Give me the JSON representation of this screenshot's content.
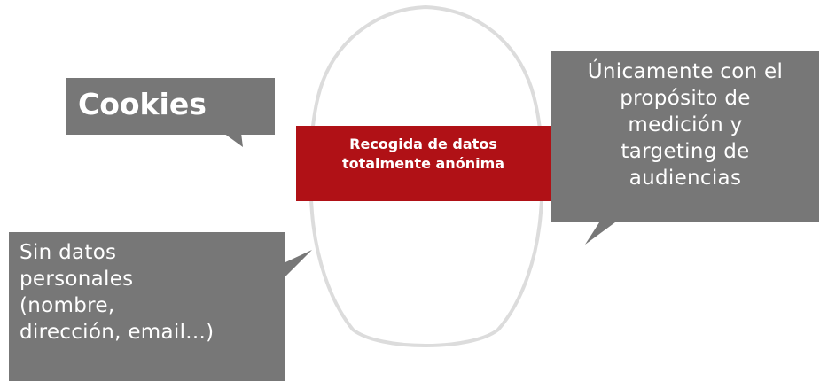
{
  "cookies_label": "Cookies",
  "anonymous_banner": {
    "line1": "Recogida de datos",
    "line2": "totalmente anónima"
  },
  "purpose_box": {
    "lines": [
      "Únicamente con el",
      "propósito de",
      "medición y",
      "targeting de",
      "audiencias"
    ]
  },
  "personal_box": {
    "lines": [
      "Sin datos",
      "personales",
      "(nombre,",
      "dirección, email...)"
    ]
  },
  "colors": {
    "box_gray": "#777777",
    "banner_red": "#b01116",
    "head_outline": "#dcdcdc",
    "text": "#ffffff"
  },
  "icons": [
    "head-silhouette-icon"
  ]
}
